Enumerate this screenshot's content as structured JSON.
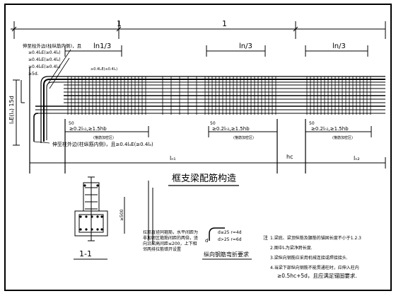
{
  "dims": {
    "one_left": "1",
    "one_right": "1",
    "ln1_3": "ln1/3",
    "ln_3": "ln/3",
    "ln_3_right": "ln/3",
    "lae_15d": "lₐE(lₐ) 15d",
    "ln1": "lₙ₁",
    "hc": "hc",
    "ln2": "lₙ₂",
    "fifty_a": "50",
    "fifty_b": "50",
    "fifty_c": "50",
    "gt500": "≥500"
  },
  "notes_left": {
    "top_note": "伸至柱外边(柱纵筋内侧)，且",
    "top_cond1": "≥0.4lₐE(≥0.4lₐ)",
    "top_cond2": "≥0.4lₐE(≥0.4lₐ)",
    "top_cond3": "≥0.4lₐE(≥0.4lₐ)",
    "five_d": "≥5d.",
    "side_cond": "≥0.4lₐE(≥0.4lₐ)",
    "bottom_note": "伸至柱外边(柱纵筋内侧)，且≥0.4lₐE(≥0.4lₐ)"
  },
  "zones": {
    "zone1": "≥0.2lₙ₁,≥1.5hb",
    "zone1_sub": "(箍筋加密区)",
    "zone2": "≥0.2lₙ₁,≥1.5hb",
    "zone2_sub": "(箍筋加密区)",
    "zone3": "≥0.2lₙ₁,≥1.5hb",
    "zone3_sub": "(箍筋加密区)"
  },
  "title": "框支梁配筋构造",
  "section_label": "1-1",
  "section_note": "拉筋直径同箍筋，水平间距为非加密区箍筋间距的两倍，竖向沿梁高间距≤200，上下相邻两排拉筋错开设置",
  "bend": {
    "d": "d",
    "r1": "d≤25  r=4d",
    "r2": "d>25  r=6d",
    "caption": "纵向钢筋弯折要求"
  },
  "notes_right": {
    "header": "注",
    "n1": "1.梁底、梁顶纵筋及腰筋的锚固长度不小于1.2.3",
    "n2": "2.图中lₙ为梁净跨长度.",
    "n3": "3.梁纵向钢筋应采用机械连接或焊接接头.",
    "n4": "4.当梁下部纵向钢筋不能贯通柱时，应伸入柱内",
    "n4b": "≥0.5hc+5d，且应满足锚固要求."
  }
}
